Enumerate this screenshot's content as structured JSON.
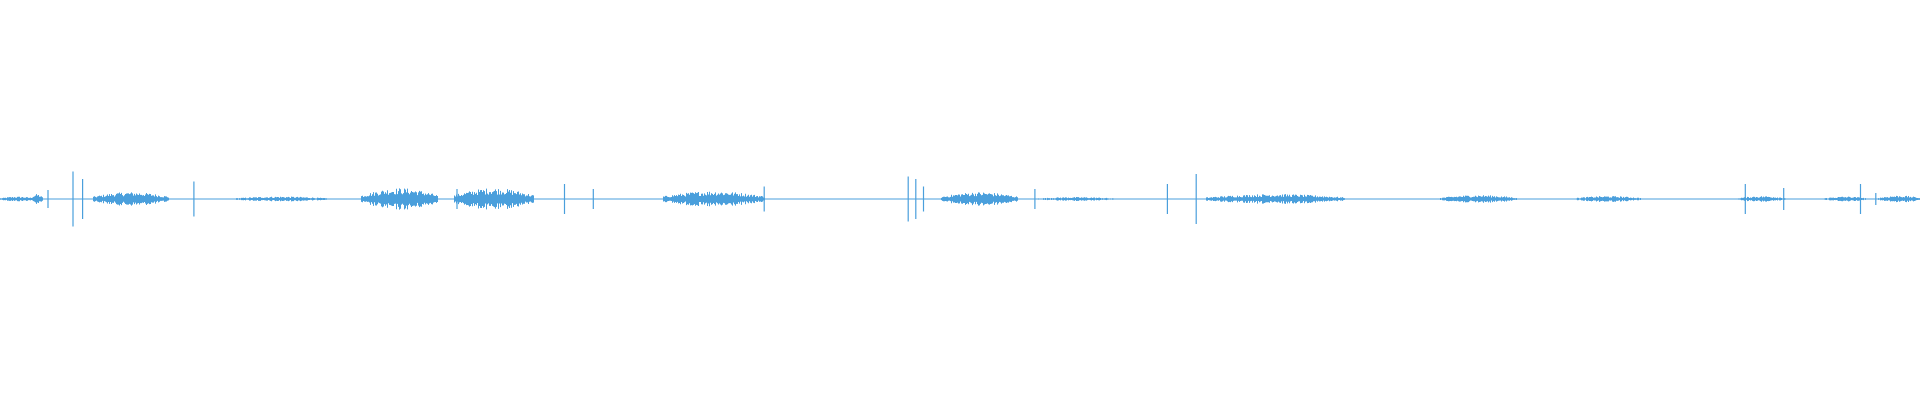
{
  "waveform": {
    "color": "#4a9fdc",
    "background": "#ffffff",
    "baseline_amplitude": 0.01,
    "bursts": [
      {
        "start": 0.0,
        "end": 0.018,
        "amplitude": 0.05
      },
      {
        "start": 0.016,
        "end": 0.022,
        "amplitude": 0.1
      },
      {
        "start": 0.048,
        "end": 0.088,
        "amplitude": 0.14
      },
      {
        "start": 0.122,
        "end": 0.17,
        "amplitude": 0.05
      },
      {
        "start": 0.188,
        "end": 0.228,
        "amplitude": 0.22
      },
      {
        "start": 0.236,
        "end": 0.278,
        "amplitude": 0.22
      },
      {
        "start": 0.345,
        "end": 0.398,
        "amplitude": 0.16
      },
      {
        "start": 0.49,
        "end": 0.53,
        "amplitude": 0.14
      },
      {
        "start": 0.54,
        "end": 0.58,
        "amplitude": 0.04
      },
      {
        "start": 0.628,
        "end": 0.7,
        "amplitude": 0.1
      },
      {
        "start": 0.75,
        "end": 0.79,
        "amplitude": 0.08
      },
      {
        "start": 0.82,
        "end": 0.855,
        "amplitude": 0.06
      },
      {
        "start": 0.905,
        "end": 0.93,
        "amplitude": 0.06
      },
      {
        "start": 0.95,
        "end": 0.972,
        "amplitude": 0.05
      },
      {
        "start": 0.978,
        "end": 1.0,
        "amplitude": 0.07
      }
    ],
    "transients": [
      {
        "pos": 0.025,
        "amplitude": 0.18
      },
      {
        "pos": 0.038,
        "amplitude": 0.55
      },
      {
        "pos": 0.043,
        "amplitude": 0.4
      },
      {
        "pos": 0.101,
        "amplitude": 0.35
      },
      {
        "pos": 0.238,
        "amplitude": 0.2
      },
      {
        "pos": 0.294,
        "amplitude": 0.3
      },
      {
        "pos": 0.309,
        "amplitude": 0.2
      },
      {
        "pos": 0.398,
        "amplitude": 0.25
      },
      {
        "pos": 0.473,
        "amplitude": 0.45
      },
      {
        "pos": 0.477,
        "amplitude": 0.4
      },
      {
        "pos": 0.481,
        "amplitude": 0.25
      },
      {
        "pos": 0.539,
        "amplitude": 0.2
      },
      {
        "pos": 0.608,
        "amplitude": 0.3
      },
      {
        "pos": 0.623,
        "amplitude": 0.5
      },
      {
        "pos": 0.909,
        "amplitude": 0.3
      },
      {
        "pos": 0.929,
        "amplitude": 0.22
      },
      {
        "pos": 0.969,
        "amplitude": 0.3
      },
      {
        "pos": 0.977,
        "amplitude": 0.12
      }
    ]
  }
}
